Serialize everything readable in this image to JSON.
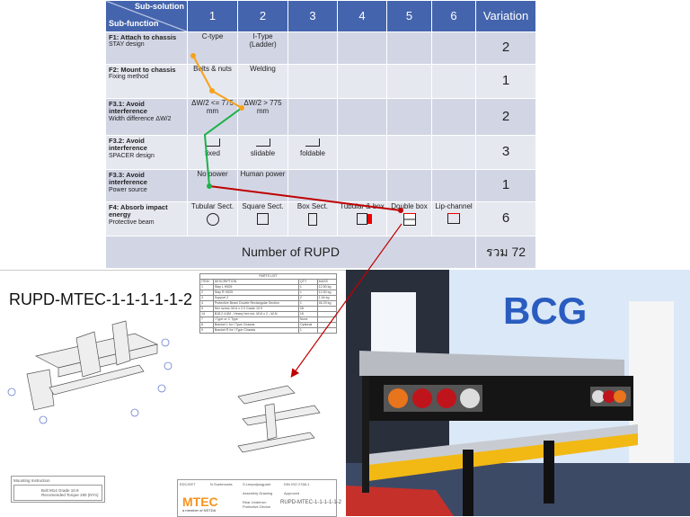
{
  "table": {
    "header_subsolution": "Sub-solution",
    "header_subfunction": "Sub-function",
    "columns": [
      "1",
      "2",
      "3",
      "4",
      "5",
      "6"
    ],
    "variation_header": "Variation",
    "rows": [
      {
        "title": "F1: Attach to chassis",
        "sub": "STAY design",
        "options": [
          "C-type",
          "I-Type (Ladder)",
          "",
          "",
          "",
          ""
        ],
        "variation": "2"
      },
      {
        "title": "F2: Mount to chassis",
        "sub": "Fixing method",
        "options": [
          "Bolts & nuts",
          "Welding",
          "",
          "",
          "",
          ""
        ],
        "variation": "1"
      },
      {
        "title": "F3.1: Avoid interference",
        "sub": "Width difference ΔW/2",
        "options": [
          "ΔW/2 <= 775 mm",
          "ΔW/2 > 775 mm",
          "",
          "",
          "",
          ""
        ],
        "variation": "2"
      },
      {
        "title": "F3.2: Avoid interference",
        "sub": "SPACER design",
        "options": [
          "fixed",
          "slidable",
          "foldable",
          "",
          "",
          ""
        ],
        "variation": "3"
      },
      {
        "title": "F3.3: Avoid interference",
        "sub": "Power source",
        "options": [
          "No power",
          "Human power",
          "",
          "",
          "",
          ""
        ],
        "variation": "1"
      },
      {
        "title": "F4: Absorb impact energy",
        "sub": "Protective beam",
        "options": [
          "Tubular Sect.",
          "Square Sect.",
          "Box Sect.",
          "Tubular & box",
          "Double box",
          "Lip-channel"
        ],
        "variation": "6"
      }
    ],
    "total_label": "Number of RUPD",
    "total_value": "รวม 72"
  },
  "selection_colors": {
    "f1_f3_1": "#f7a21b",
    "f3_1_f3_3": "#1bb24b",
    "f3_3_f4": "#c00000"
  },
  "drawing": {
    "title": "RUPD-MTEC-1-1-1-1-1-2",
    "parts_list_title": "PARTS LIST",
    "parts_headers": [
      "ITEM",
      "DESCRIPTION",
      "QTY",
      "MASS"
    ],
    "parts": [
      [
        "1",
        "Stay L H525",
        "1",
        "12.50 kg"
      ],
      [
        "2",
        "Stay R H525",
        "1",
        "12.50 kg"
      ],
      [
        "3",
        "Support 2",
        "2",
        "1.54 kg"
      ],
      [
        "4",
        "Protective Beam Double Rectangular Section",
        "1",
        "46.29 kg"
      ],
      [
        "5",
        "Hex screw, M14 x 2.0 Grade 10.9",
        "28",
        ""
      ],
      [
        "14",
        "B18.2.4.6M - Heavy hex nut, M14 x 2 --W-N",
        "16",
        ""
      ],
      [
        "7",
        "I Type or C Type",
        "None",
        ""
      ],
      [
        "8",
        "Bracket L for I Type Chassis",
        "Optional",
        ""
      ],
      [
        "9",
        "Bracket R for I Type Chassis",
        "1",
        ""
      ]
    ],
    "mounting_title": "Mounting Instruction",
    "mounting_text": [
      "Bolt M14 Grade 10.9",
      "Recomended Torque 190 (N*m)"
    ],
    "title_block": {
      "logo": "MTEC",
      "logo_sub": "a member of NSTDA",
      "doc_type": "Assembly Drawing",
      "doc_status": "Approved",
      "description": "Rear Underrun Protective Device",
      "number": "RUPD-MTEC-1-1-1-1-1-2",
      "drawn_by": "N.Suebmunta",
      "approved_by": "S.Leepuljungpant",
      "standard": "DIN ISO 2768-1",
      "team": "EDC/DET"
    }
  },
  "photo": {
    "backdrop_text": "BCG"
  }
}
